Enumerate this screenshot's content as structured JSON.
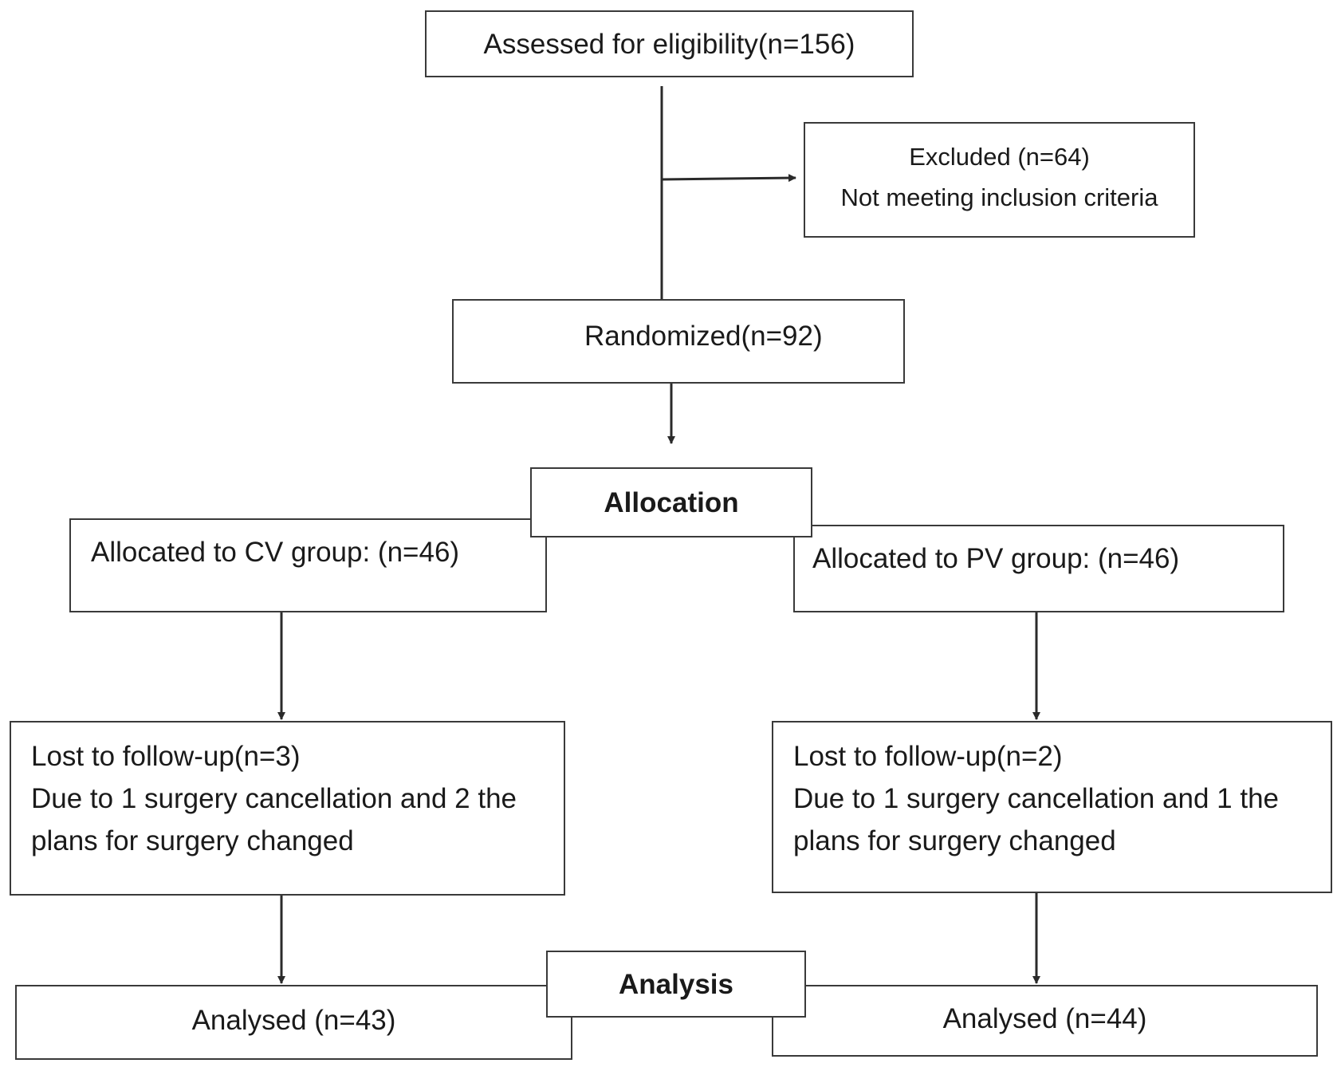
{
  "flow": {
    "eligibility": "Assessed for eligibility(n=156)",
    "excluded": {
      "line1": "Excluded (n=64)",
      "line2": "Not meeting inclusion criteria"
    },
    "randomized": "Randomized(n=92)",
    "allocation_header": "Allocation",
    "cv_allocated": "Allocated to CV group: (n=46)",
    "pv_allocated": "Allocated to PV group: (n=46)",
    "cv_followup": {
      "line1": "Lost to follow-up(n=3)",
      "line2": "Due to 1 surgery cancellation and 2 the",
      "line3": "plans for surgery changed"
    },
    "pv_followup": {
      "line1": "Lost to follow-up(n=2)",
      "line2": "Due to 1 surgery cancellation and 1 the",
      "line3": "plans for surgery changed"
    },
    "analysis_header": "Analysis",
    "cv_analysed": "Analysed (n=43)",
    "pv_analysed": "Analysed (n=44)"
  }
}
